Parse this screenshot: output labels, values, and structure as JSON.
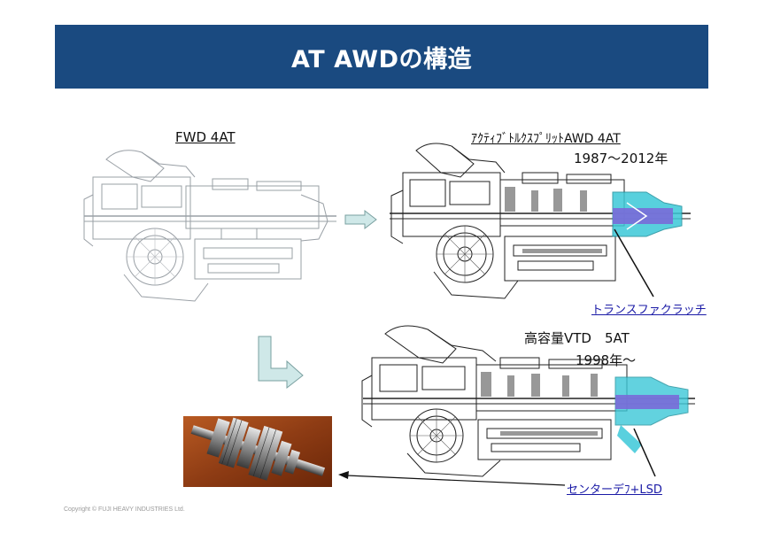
{
  "header": {
    "title": "AT AWDの構造"
  },
  "fwd": {
    "label": "FWD 4AT"
  },
  "active": {
    "label": "ｱｸﾃｨﾌﾞﾄﾙｸｽﾌﾟﾘｯﾄAWD 4AT",
    "years": "1987～2012年"
  },
  "transfer": {
    "label": "トランスファクラッチ"
  },
  "vtd": {
    "label": "高容量VTD　5AT",
    "years": "1998年～"
  },
  "center": {
    "label": "センターデﾌ+LSD"
  },
  "footer": {
    "copyright": "Copyright © FUJI HEAVY INDUSTRIES Ltd."
  },
  "colors": {
    "banner": "#1a4a80",
    "line_light": "#9aa0a6",
    "line_dark": "#222222",
    "accent_cyan": "#3cc8d8",
    "accent_purple": "#7a6ad8",
    "arrow_fill": "#cfe8e8",
    "link": "#1a1aa6"
  }
}
